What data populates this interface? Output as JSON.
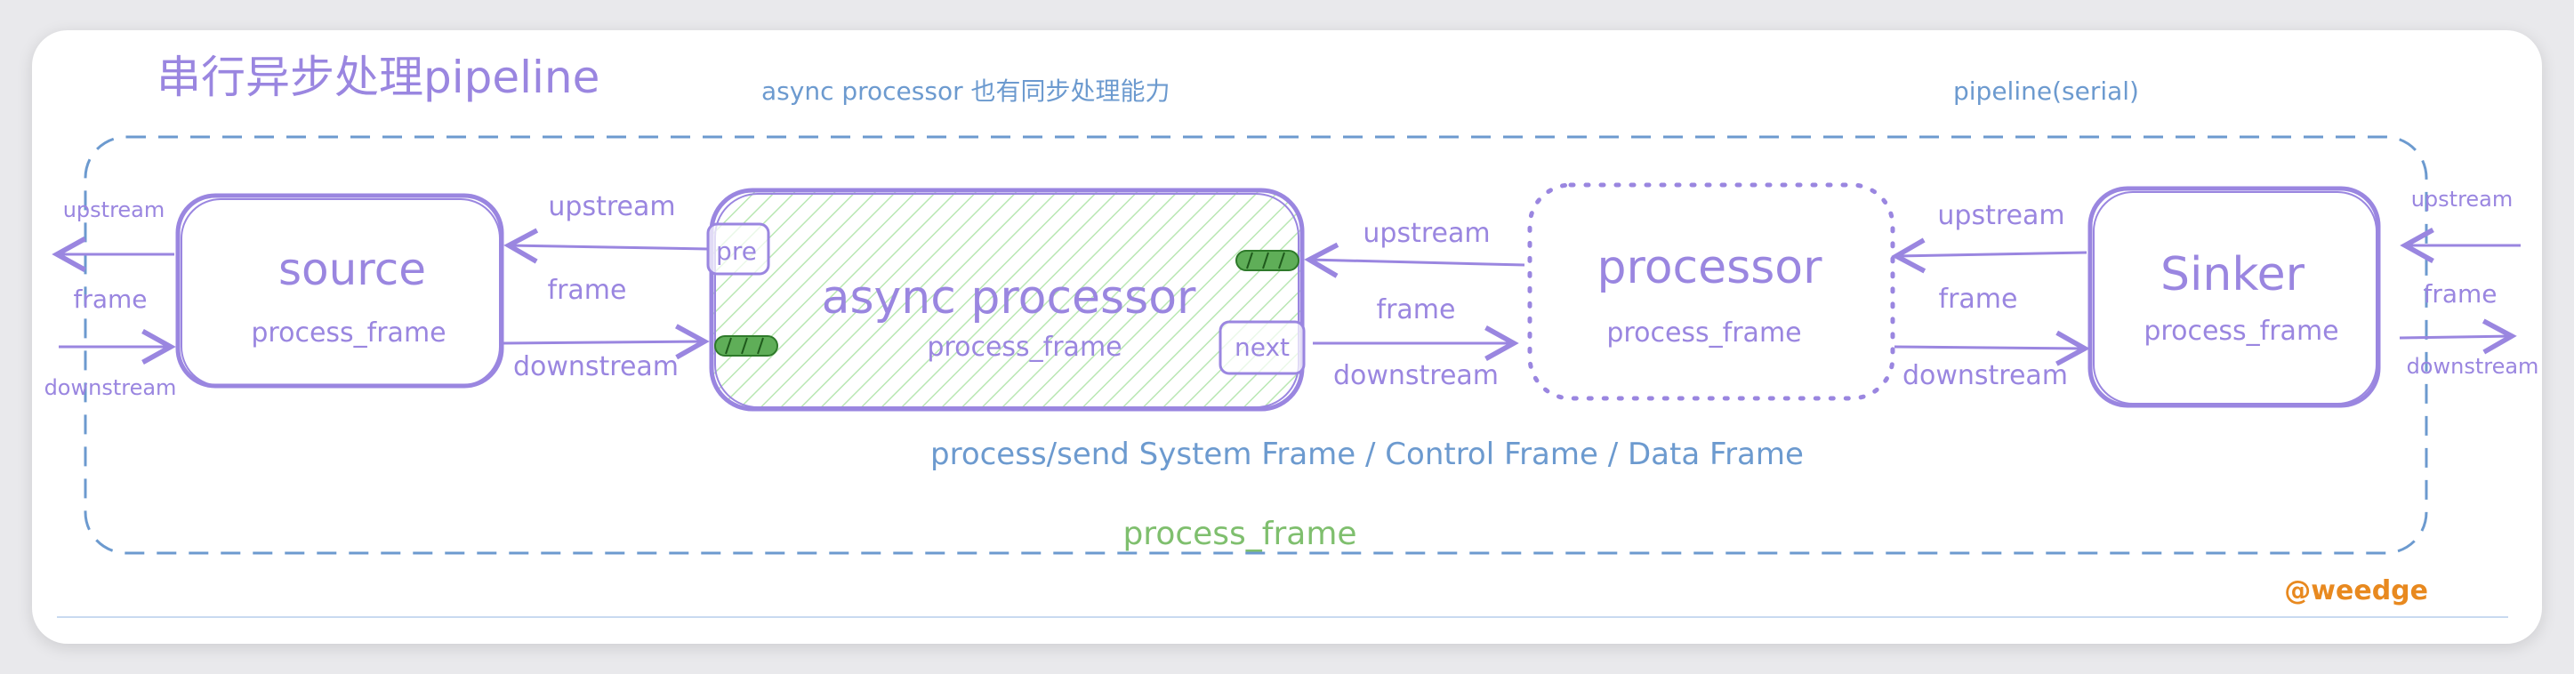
{
  "title": "串行异步处理pipeline",
  "notes": {
    "async_sync": "async processor 也有同步处理能力",
    "pipeline_serial": "pipeline(serial)",
    "frame_types": "process/send System Frame / Control Frame / Data Frame",
    "process_frame": "process_frame",
    "author": "@weedge"
  },
  "nodes": {
    "source": {
      "name": "source",
      "method": "process_frame"
    },
    "async_processor": {
      "name": "async processor",
      "method": "process_frame",
      "pre": "pre",
      "next": "next"
    },
    "processor": {
      "name": "processor",
      "method": "process_frame"
    },
    "sinker": {
      "name": "Sinker",
      "method": "process_frame"
    }
  },
  "labels": {
    "upstream": "upstream",
    "frame": "frame",
    "downstream": "downstream"
  },
  "colors": {
    "purple": "#9a86e0",
    "blue": "#6c9acf",
    "green": "#7fbf6e",
    "orange": "#e8891f",
    "hatch": "#b9e7b3"
  }
}
